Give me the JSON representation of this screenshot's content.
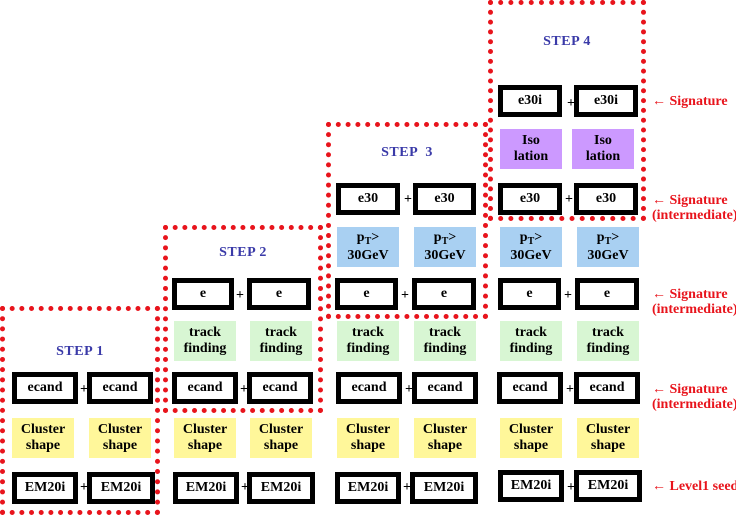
{
  "steps": [
    "STEP 1",
    "STEP 2",
    "STEP  3",
    "STEP 4"
  ],
  "columns": [
    {
      "seed": [
        "EM20i",
        "EM20i"
      ],
      "cluster": [
        "Cluster\nshape",
        "Cluster\nshape"
      ],
      "ecand": [
        "ecand",
        "ecand"
      ]
    },
    {
      "seed": [
        "EM20i",
        "EM20i"
      ],
      "cluster": [
        "Cluster\nshape",
        "Cluster\nshape"
      ],
      "ecand": [
        "ecand",
        "ecand"
      ],
      "track": [
        "track\nfinding",
        "track\nfinding"
      ],
      "e": [
        "e",
        "e"
      ]
    },
    {
      "seed": [
        "EM20i",
        "EM20i"
      ],
      "cluster": [
        "Cluster\nshape",
        "Cluster\nshape"
      ],
      "ecand": [
        "ecand",
        "ecand"
      ],
      "track": [
        "track\nfinding",
        "track\nfinding"
      ],
      "e": [
        "e",
        "e"
      ],
      "pt": [
        "p",
        "p"
      ],
      "pt_sub": "T",
      "pt_tail": [
        ">\n30GeV",
        ">\n30GeV"
      ],
      "e30": [
        "e30",
        "e30"
      ]
    },
    {
      "seed": [
        "EM20i",
        "EM20i"
      ],
      "cluster": [
        "Cluster\nshape",
        "Cluster\nshape"
      ],
      "ecand": [
        "ecand",
        "ecand"
      ],
      "track": [
        "track\nfinding",
        "track\nfinding"
      ],
      "e": [
        "e",
        "e"
      ],
      "pt": [
        "p",
        "p"
      ],
      "pt_sub": "T",
      "pt_tail": [
        ">\n30GeV",
        ">\n30GeV"
      ],
      "e30": [
        "e30",
        "e30"
      ],
      "iso": [
        "Iso\nlation",
        "Iso\nlation"
      ],
      "e30i": [
        "e30i",
        "e30i"
      ]
    }
  ],
  "plus": "+",
  "right_labels": {
    "arrow": "←",
    "signature": "Signature",
    "signature_intermediate": [
      "Signature",
      "(intermediate)"
    ],
    "level1": "Level1 seed"
  },
  "colors": {
    "frame": "#e8141c",
    "title": "#3a3aa8",
    "cluster": "#fff79a",
    "track": "#d8f6d3",
    "pt": "#a9d0f2",
    "iso": "#cc99ff",
    "label": "#e8141c"
  }
}
